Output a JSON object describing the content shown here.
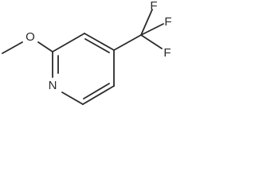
{
  "molecule": {
    "labels": {
      "oxygen": "O",
      "nitrogen": "N",
      "fluorine_1": "F",
      "fluorine_2": "F",
      "fluorine_3": "F"
    },
    "bond_color": "#2a2a2a",
    "background_color": "#ffffff"
  }
}
